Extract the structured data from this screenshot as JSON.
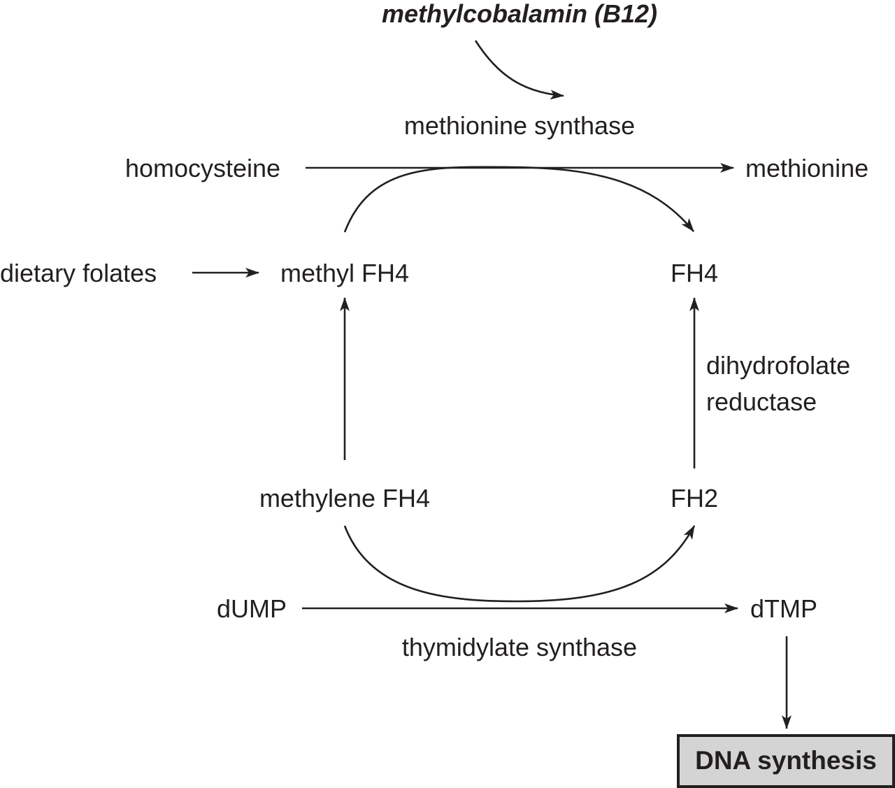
{
  "cofactor": "methylcobalamin (B12)",
  "enzymes": {
    "methionine_synthase": "methionine synthase",
    "dihydrofolate_reductase_line1": "dihydrofolate",
    "dihydrofolate_reductase_line2": "reductase",
    "thymidylate_synthase": "thymidylate synthase"
  },
  "compounds": {
    "homocysteine": "homocysteine",
    "methionine": "methionine",
    "dietary_folates": "dietary folates",
    "methyl_fh4": "methyl FH4",
    "fh4": "FH4",
    "methylene_fh4": "methylene FH4",
    "fh2": "FH2",
    "dump": "dUMP",
    "dtmp": "dTMP"
  },
  "outcome": "DNA synthesis"
}
